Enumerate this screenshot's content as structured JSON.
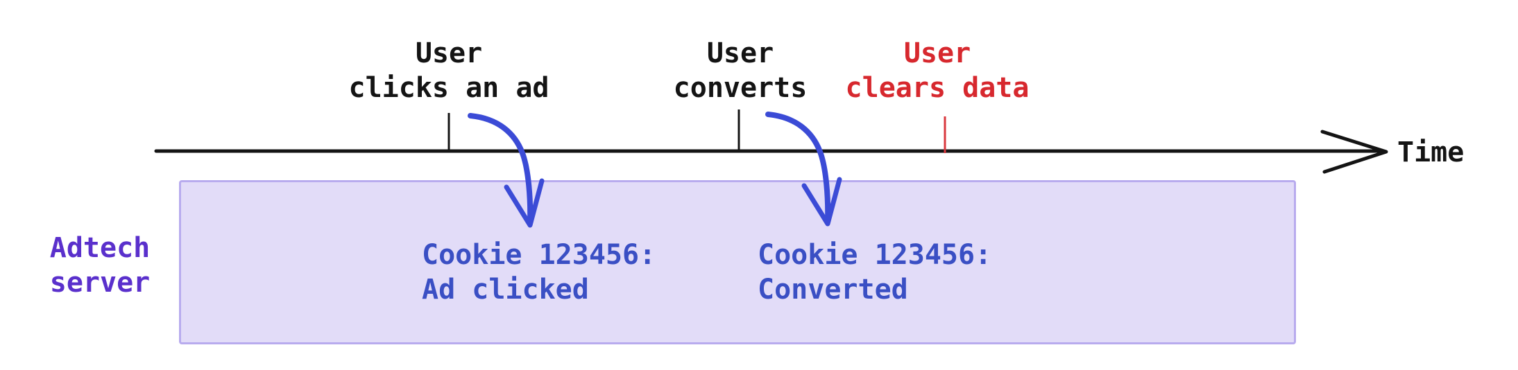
{
  "timeline": {
    "axis_label": "Time",
    "events": [
      {
        "line1": "User",
        "line2": "clicks an ad",
        "color": "#141414"
      },
      {
        "line1": "User",
        "line2": "converts",
        "color": "#141414"
      },
      {
        "line1": "User",
        "line2": "clears data",
        "color": "#d7282e"
      }
    ]
  },
  "server_box": {
    "label_line1": "Adtech",
    "label_line2": "server",
    "records": [
      {
        "line1": "Cookie 123456:",
        "line2": "Ad clicked"
      },
      {
        "line1": "Cookie 123456:",
        "line2": "Converted"
      }
    ]
  },
  "colors": {
    "text_black": "#141414",
    "alert_red": "#d7282e",
    "server_label_purple": "#5a30cc",
    "cookie_text_blue": "#3a4fc4",
    "arrow_blue": "#3b4bd6",
    "box_fill": "#e2dcf8",
    "box_border": "#b8abee"
  }
}
